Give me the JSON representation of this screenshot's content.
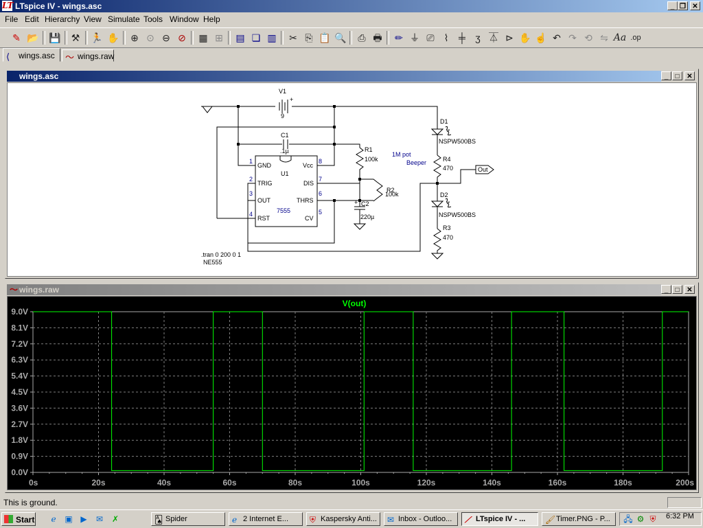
{
  "window": {
    "title": "LTspice IV - wings.asc",
    "logo": "LT"
  },
  "menu": [
    {
      "label": "File",
      "key": "F"
    },
    {
      "label": "Edit",
      "key": "E"
    },
    {
      "label": "Hierarchy",
      "key": "H"
    },
    {
      "label": "View",
      "key": "V"
    },
    {
      "label": "Simulate",
      "key": "S"
    },
    {
      "label": "Tools",
      "key": "T"
    },
    {
      "label": "Window",
      "key": "W"
    },
    {
      "label": "Help",
      "key": "H"
    }
  ],
  "toolbar": {
    "font_label": "Aa",
    "op_label": ".op"
  },
  "tabs": [
    {
      "label": "wings.asc",
      "icon": "schematic-icon"
    },
    {
      "label": "wings.raw",
      "icon": "waveform-icon"
    }
  ],
  "schematic": {
    "title": "wings.asc",
    "labels": {
      "v1": "V1",
      "v1_value": "9",
      "c1": "C1",
      "c1_value": ".1µ",
      "r1": "R1",
      "r1_value": "100k",
      "r1_note": "1M pot",
      "r2": "R2",
      "r2_value": "100k",
      "c2": "C2",
      "c2_value": "220µ",
      "u1": "U1",
      "u1_part": "7555",
      "d1": "D1",
      "d1_model": "NSPW500BS",
      "d2": "D2",
      "d2_model": "NSPW500BS",
      "r4": "R4",
      "r4_value": "470",
      "r3": "R3",
      "r3_value": "470",
      "beeper": "Beeper",
      "out": "Out",
      "directive": ".tran 0 200 0 1",
      "directive2": "NE555",
      "pin_gnd": "GND",
      "pin_trig": "TRIG",
      "pin_out": "OUT",
      "pin_rst": "RST",
      "pin_vcc": "Vcc",
      "pin_dis": "DIS",
      "pin_thrs": "THRS",
      "pin_cv": "CV",
      "pin1": "1",
      "pin2": "2",
      "pin3": "3",
      "pin4": "4",
      "pin5": "5",
      "pin6": "6",
      "pin7": "7",
      "pin8": "8",
      "plus": "+"
    }
  },
  "waveform": {
    "title": "wings.raw",
    "trace_name": "V(out)",
    "trace_color": "#00ff00",
    "background": "#000000"
  },
  "chart_data": {
    "type": "line",
    "title": "V(out)",
    "xlim": [
      0,
      200
    ],
    "ylim": [
      0,
      9
    ],
    "xticks": [
      "0s",
      "20s",
      "40s",
      "60s",
      "80s",
      "100s",
      "120s",
      "140s",
      "160s",
      "180s",
      "200s"
    ],
    "yticks": [
      "0.0V",
      "0.9V",
      "1.8V",
      "2.7V",
      "3.6V",
      "4.5V",
      "5.4V",
      "6.3V",
      "7.2V",
      "8.1V",
      "9.0V"
    ],
    "grid": true,
    "series": [
      {
        "name": "V(out)",
        "x": [
          0,
          24,
          24,
          55,
          55,
          70,
          70,
          101,
          101,
          116,
          116,
          146,
          146,
          162,
          162,
          192,
          192,
          200
        ],
        "y": [
          9,
          9,
          0.1,
          0.1,
          9,
          9,
          0.1,
          0.1,
          9,
          9,
          0.1,
          0.1,
          9,
          9,
          0.1,
          0.1,
          9,
          9
        ]
      }
    ]
  },
  "status": {
    "text": "This is ground."
  },
  "taskbar": {
    "start": "Start",
    "tasks": [
      {
        "label": "Spider",
        "icon": "card-icon"
      },
      {
        "label": "2 Internet E...",
        "icon": "ie-icon"
      },
      {
        "label": "Kaspersky Anti...",
        "icon": "shield-icon"
      },
      {
        "label": "Inbox - Outloo...",
        "icon": "mail-icon"
      },
      {
        "label": "LTspice IV - ...",
        "icon": "lt-icon"
      },
      {
        "label": "Timer.PNG - P...",
        "icon": "paint-icon"
      }
    ],
    "clock": "6:32 PM"
  }
}
